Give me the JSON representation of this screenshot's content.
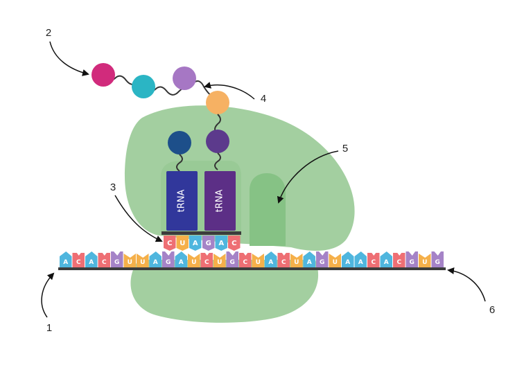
{
  "labels": [
    "1",
    "2",
    "3",
    "4",
    "5",
    "6"
  ],
  "trna": {
    "first": "tRNA",
    "second": "tRNA"
  },
  "mrna_bases": [
    "A",
    "C",
    "A",
    "C",
    "G",
    "U",
    "U",
    "A",
    "G",
    "A",
    "U",
    "C",
    "U",
    "G",
    "C",
    "U",
    "A",
    "C",
    "U",
    "A",
    "G",
    "U",
    "A",
    "A",
    "C",
    "A",
    "C",
    "G",
    "U",
    "G"
  ],
  "anticodons": {
    "first": [
      "C",
      "U",
      "A"
    ],
    "second": [
      "G",
      "A",
      "C"
    ]
  },
  "colors": {
    "ribosome": "#a3cfa0",
    "ribosome_site": "#86c285",
    "A": "#4fb6de",
    "C": "#ee6f74",
    "G": "#a583c7",
    "U": "#f5b04a",
    "trna_first": "#31379b",
    "trna_second": "#5c2f86",
    "strand": "#3c3c3c",
    "beads": [
      "#d12b7c",
      "#2bb5c4",
      "#a677c4",
      "#f6b163"
    ],
    "trna_beads": [
      "#1d4f8a",
      "#5c3a8c"
    ]
  },
  "icons": [
    "ribosome-shape",
    "curved-arrow-icon"
  ]
}
